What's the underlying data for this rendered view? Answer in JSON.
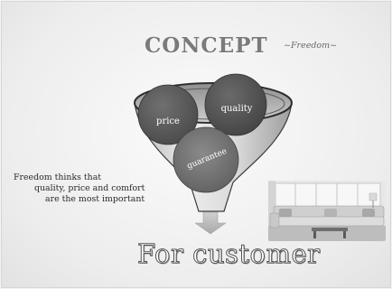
{
  "slide": {
    "title": "CONCEPT",
    "subtitle": "~Freedom~",
    "funnel": {
      "circles": {
        "price": "price",
        "quality": "quality",
        "guarantee": "guarantee"
      }
    },
    "side_text": [
      "Freedom thinks that",
      "quality, price and comfort",
      "are  the most important"
    ],
    "bottom_text": "For customer"
  }
}
